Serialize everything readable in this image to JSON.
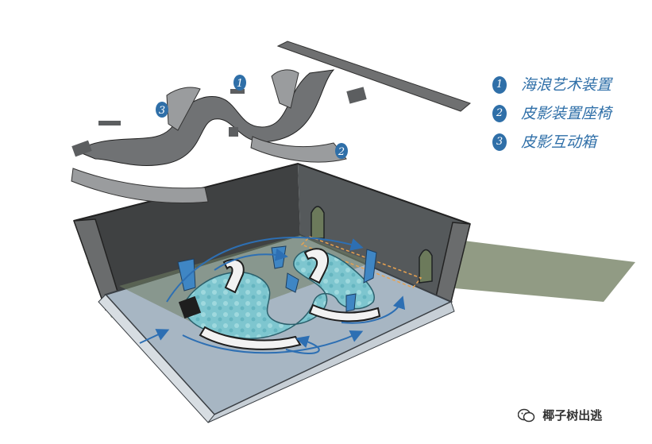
{
  "legend": {
    "items": [
      {
        "number": "1",
        "label": "海浪艺术装置"
      },
      {
        "number": "2",
        "label": "皮影装置座椅"
      },
      {
        "number": "3",
        "label": "皮影互动箱"
      }
    ]
  },
  "callouts": [
    "1",
    "2",
    "3"
  ],
  "watermark": {
    "text": "椰子树出逃"
  },
  "colors": {
    "accent": "#2f6fa8",
    "wall_dark": "#3f4142",
    "wall_mid": "#6a6c6d",
    "floor": "#a7b6c3",
    "pool": "#7ec6cf",
    "panel_blue": "#3f86c4",
    "ceiling_ribbon": "#6f7071",
    "grass_shadow": "#6c7a5b"
  }
}
